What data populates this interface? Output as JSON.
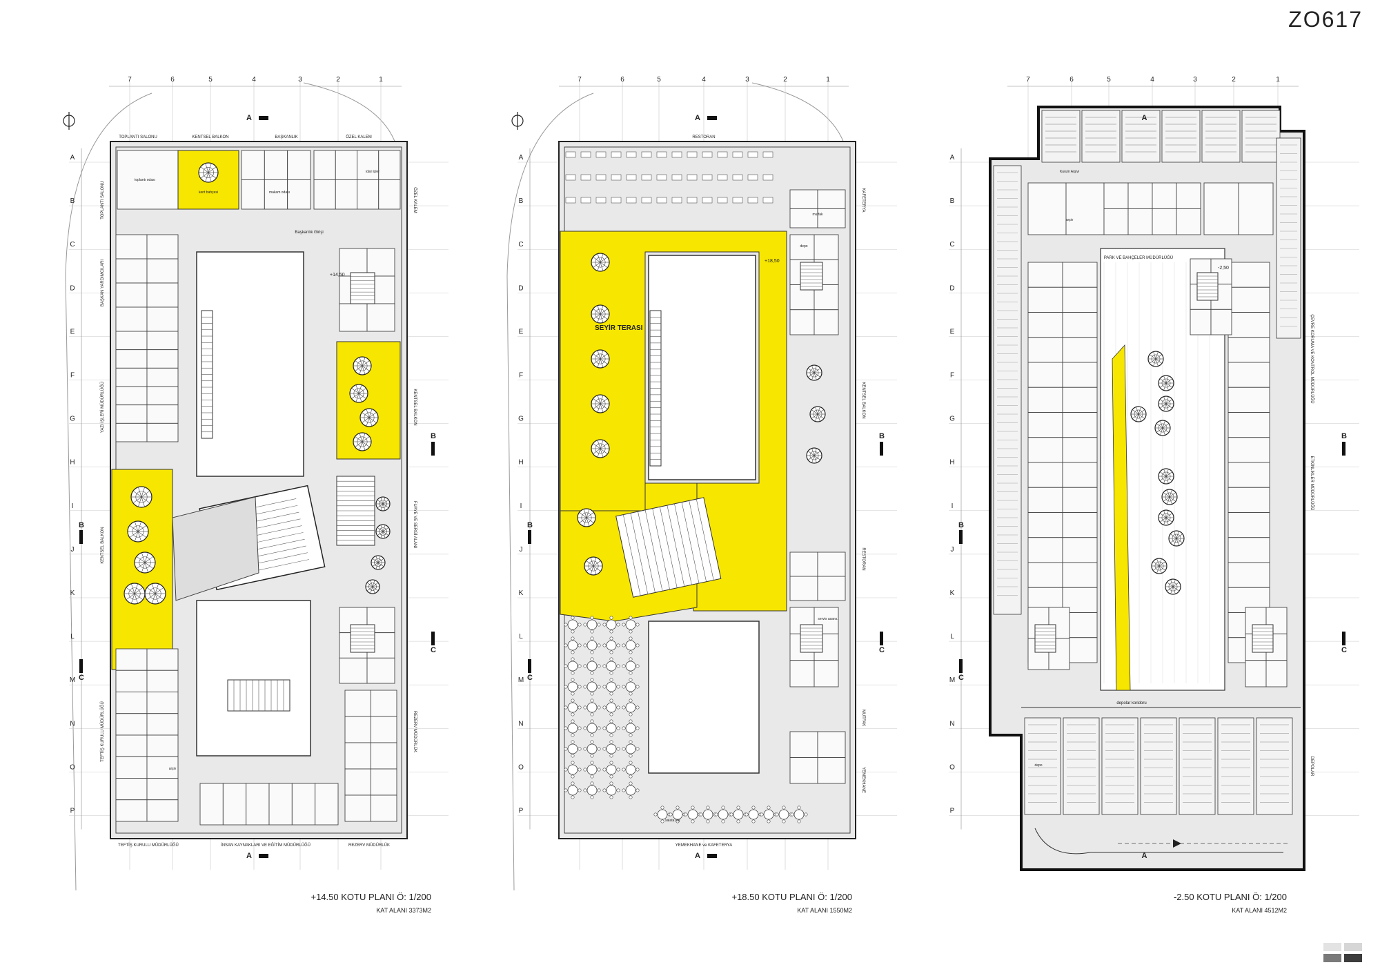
{
  "sheet_code": "ZO617",
  "grid": {
    "columns": [
      "7",
      "6",
      "5",
      "4",
      "3",
      "2",
      "1"
    ],
    "rows": [
      "A",
      "B",
      "C",
      "D",
      "E",
      "F",
      "G",
      "H",
      "I",
      "J",
      "K",
      "L",
      "M",
      "N",
      "O",
      "P"
    ]
  },
  "section_markers": {
    "a": "A",
    "b": "B",
    "c": "C"
  },
  "plans": [
    {
      "title": "+14.50 KOTU PLANI Ö: 1/200",
      "area": "KAT ALANI 3373M2",
      "level": "+14,50",
      "top_labels": [
        "TOPLANTI SALONU",
        "KENTSEL BALKON",
        "BAŞKANLIK",
        "ÖZEL KALEM"
      ],
      "bottom_labels": [
        "TEFTİŞ KURULU MÜDÜRLÜĞÜ",
        "İNSAN KAYNAKLARI VE EĞİTİM MÜDÜRLÜĞÜ",
        "REZERV MÜDÜRLÜK"
      ],
      "left_labels": [
        "TOPLANTI SALONU",
        "BAŞKAN YARDIMCILARI",
        "YAZI İŞLERİ MÜDÜRLÜĞÜ",
        "KENTSEL BALKON",
        "TEFTİŞ KURULU MÜDÜRLÜĞÜ"
      ],
      "right_labels": [
        "ÖZEL KALEM",
        "KENTSEL BALKON",
        "FUAYE VE SERGİ ALANI",
        "REZERV MÜDÜRLÜK"
      ],
      "rooms": [
        "kent bahçesi",
        "Başkanlık Girişi",
        "toplantı odası",
        "makam odası",
        "idari işler",
        "arşiv"
      ]
    },
    {
      "title": "+18.50 KOTU PLANI Ö: 1/200",
      "area": "KAT ALANI 1550M2",
      "level": "+18,50",
      "top_labels": [
        "RESTORAN"
      ],
      "bottom_labels": [
        "YEMEKHANE ve KAFETERYA"
      ],
      "left_labels": [],
      "right_labels": [
        "KAFETERYA",
        "KENTSEL BALKON",
        "RESTORAN",
        "MUTFAK",
        "YEMEKHANE"
      ],
      "rooms": [
        "SEYİR TERASI",
        "mutfak",
        "depo",
        "servis asans.",
        "salata bar"
      ]
    },
    {
      "title": "-2.50 KOTU PLANI Ö: 1/200",
      "area": "KAT ALANI 4512M2",
      "level": "-2,50",
      "top_labels": [],
      "bottom_labels": [],
      "left_labels": [],
      "right_labels": [
        "ÇEVRE KORUMA VE KONTROL MÜDÜRLÜĞÜ",
        "ETKİNLİKLER MÜDÜRLÜĞÜ",
        "DEPOLAR"
      ],
      "rooms": [
        "PARK VE BAHÇELER MÜDÜRLÜĞÜ",
        "Kurum Arşivi",
        "depo",
        "arşiv",
        "depolar koridoru"
      ]
    }
  ],
  "colors": {
    "highlight": "#f7e600",
    "line": "#333333",
    "floor": "#e9e9e9",
    "grid": "#c8c8c8"
  }
}
